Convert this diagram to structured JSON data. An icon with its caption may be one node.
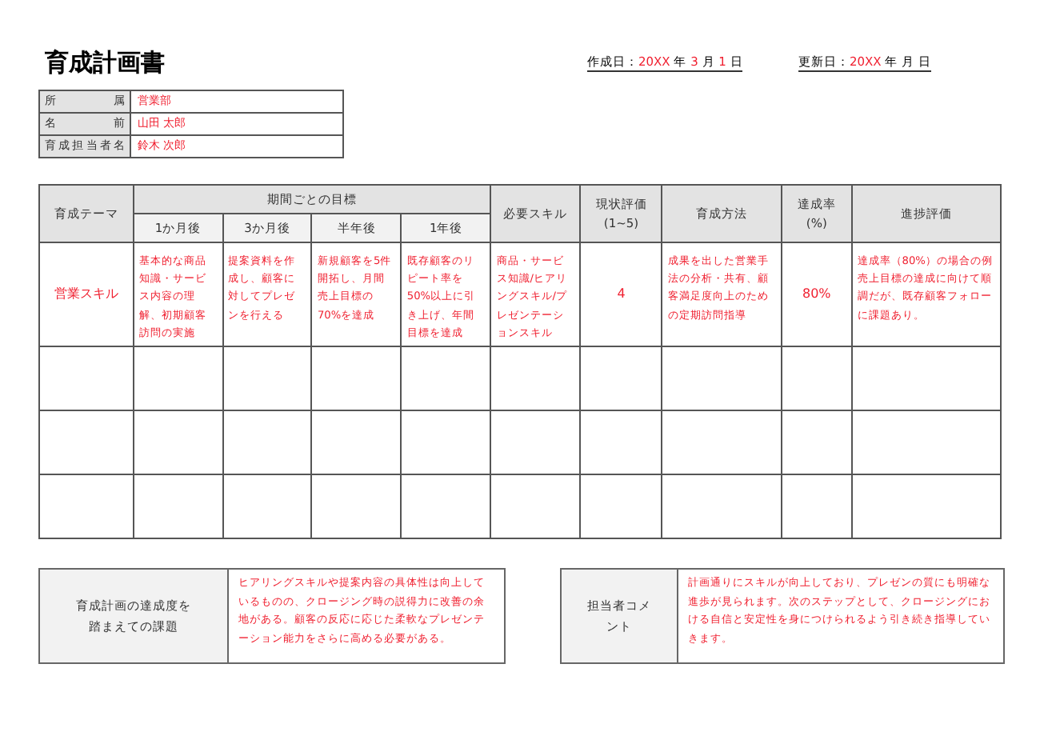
{
  "diagram": {
    "title": "育成計画書",
    "labels": [
      "作成日：20XX 年 3 月 1 日",
      "更新日：20XX 年 月 日",
      "所属",
      "営業部",
      "名前",
      "山田 太郎",
      "育成担当者名",
      "鈴木 次郎",
      "育成テーマ",
      "期間ごとの目標",
      "必要スキル",
      "現状評価(1~5)",
      "育成方法",
      "達成率(%)",
      "進捗評価",
      "1か月後",
      "3か月後",
      "半年後",
      "1年後",
      "営業スキル",
      "基本的な商品知識・サービス内容の理解、初期顧客訪問の実施",
      "提案資料を作成し、顧客に対してプレゼンを行える",
      "新規顧客を5件開拓し、月間売上目標の70%を達成",
      "既存顧客のリピート率を50%以上に引き上げ、年間目標を達成",
      "商品・サービス知識/ヒアリングスキル/プレゼンテーションスキル",
      "4",
      "成果を出した営業手法の分析・共有、顧客満足度向上のための定期訪問指導",
      "80%",
      "達成率（80%）の場合の例売上目標の達成に向けて順調だが、既存顧客フォローに課題あり。",
      "育成計画の達成度を踏まえての課題",
      "ヒアリングスキルや提案内容の具体性は向上しているものの、クロージング時の説得力に改善の余地がある。顧客の反応に応じた柔軟なプレゼンテーション能力をさらに高める必要がある。",
      "担当者コメント",
      "計画通りにスキルが向上しており、プレゼンの質にも明確な進歩が見られます。次のステップとして、クロージングにおける自信と安定性を身につけられるよう引き続き指導していきます。"
    ]
  }
}
